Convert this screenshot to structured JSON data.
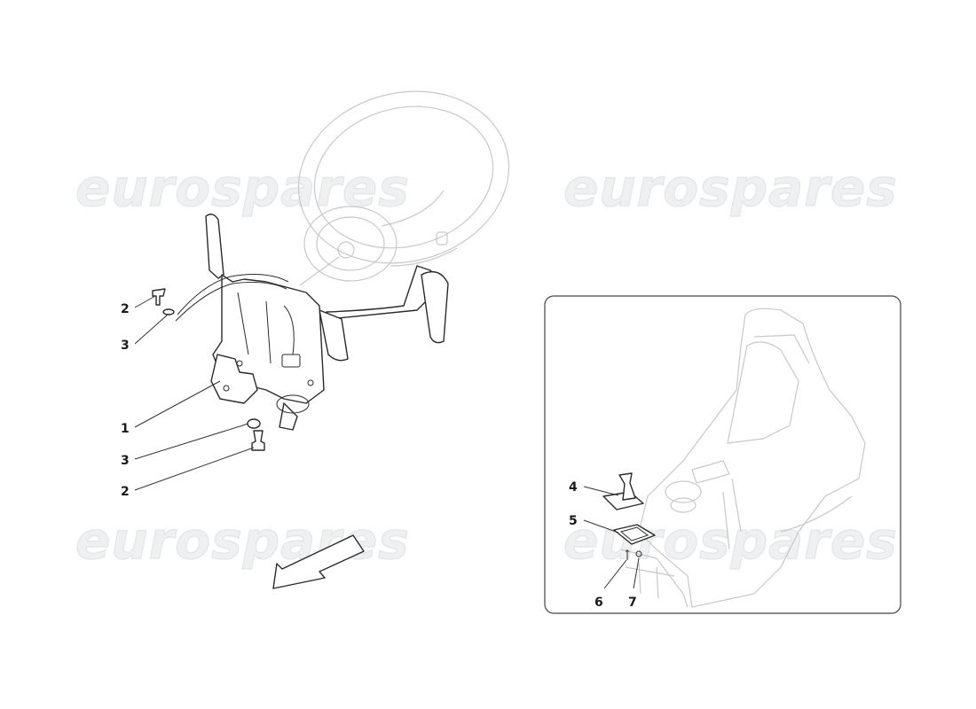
{
  "watermark": {
    "text": "eurospares"
  },
  "left_view": {
    "callouts": [
      {
        "id": "left-2-top",
        "label": "2"
      },
      {
        "id": "left-3-top",
        "label": "3"
      },
      {
        "id": "left-1",
        "label": "1"
      },
      {
        "id": "left-3-bottom",
        "label": "3"
      },
      {
        "id": "left-2-bottom",
        "label": "2"
      }
    ]
  },
  "inset_view": {
    "callouts": [
      {
        "id": "inset-4",
        "label": "4"
      },
      {
        "id": "inset-5",
        "label": "5"
      },
      {
        "id": "inset-6",
        "label": "6"
      },
      {
        "id": "inset-7",
        "label": "7"
      }
    ]
  },
  "colors": {
    "line": "#2a2a2a",
    "ghost": "#c8c8c8",
    "watermark": "#e2e5e7"
  }
}
